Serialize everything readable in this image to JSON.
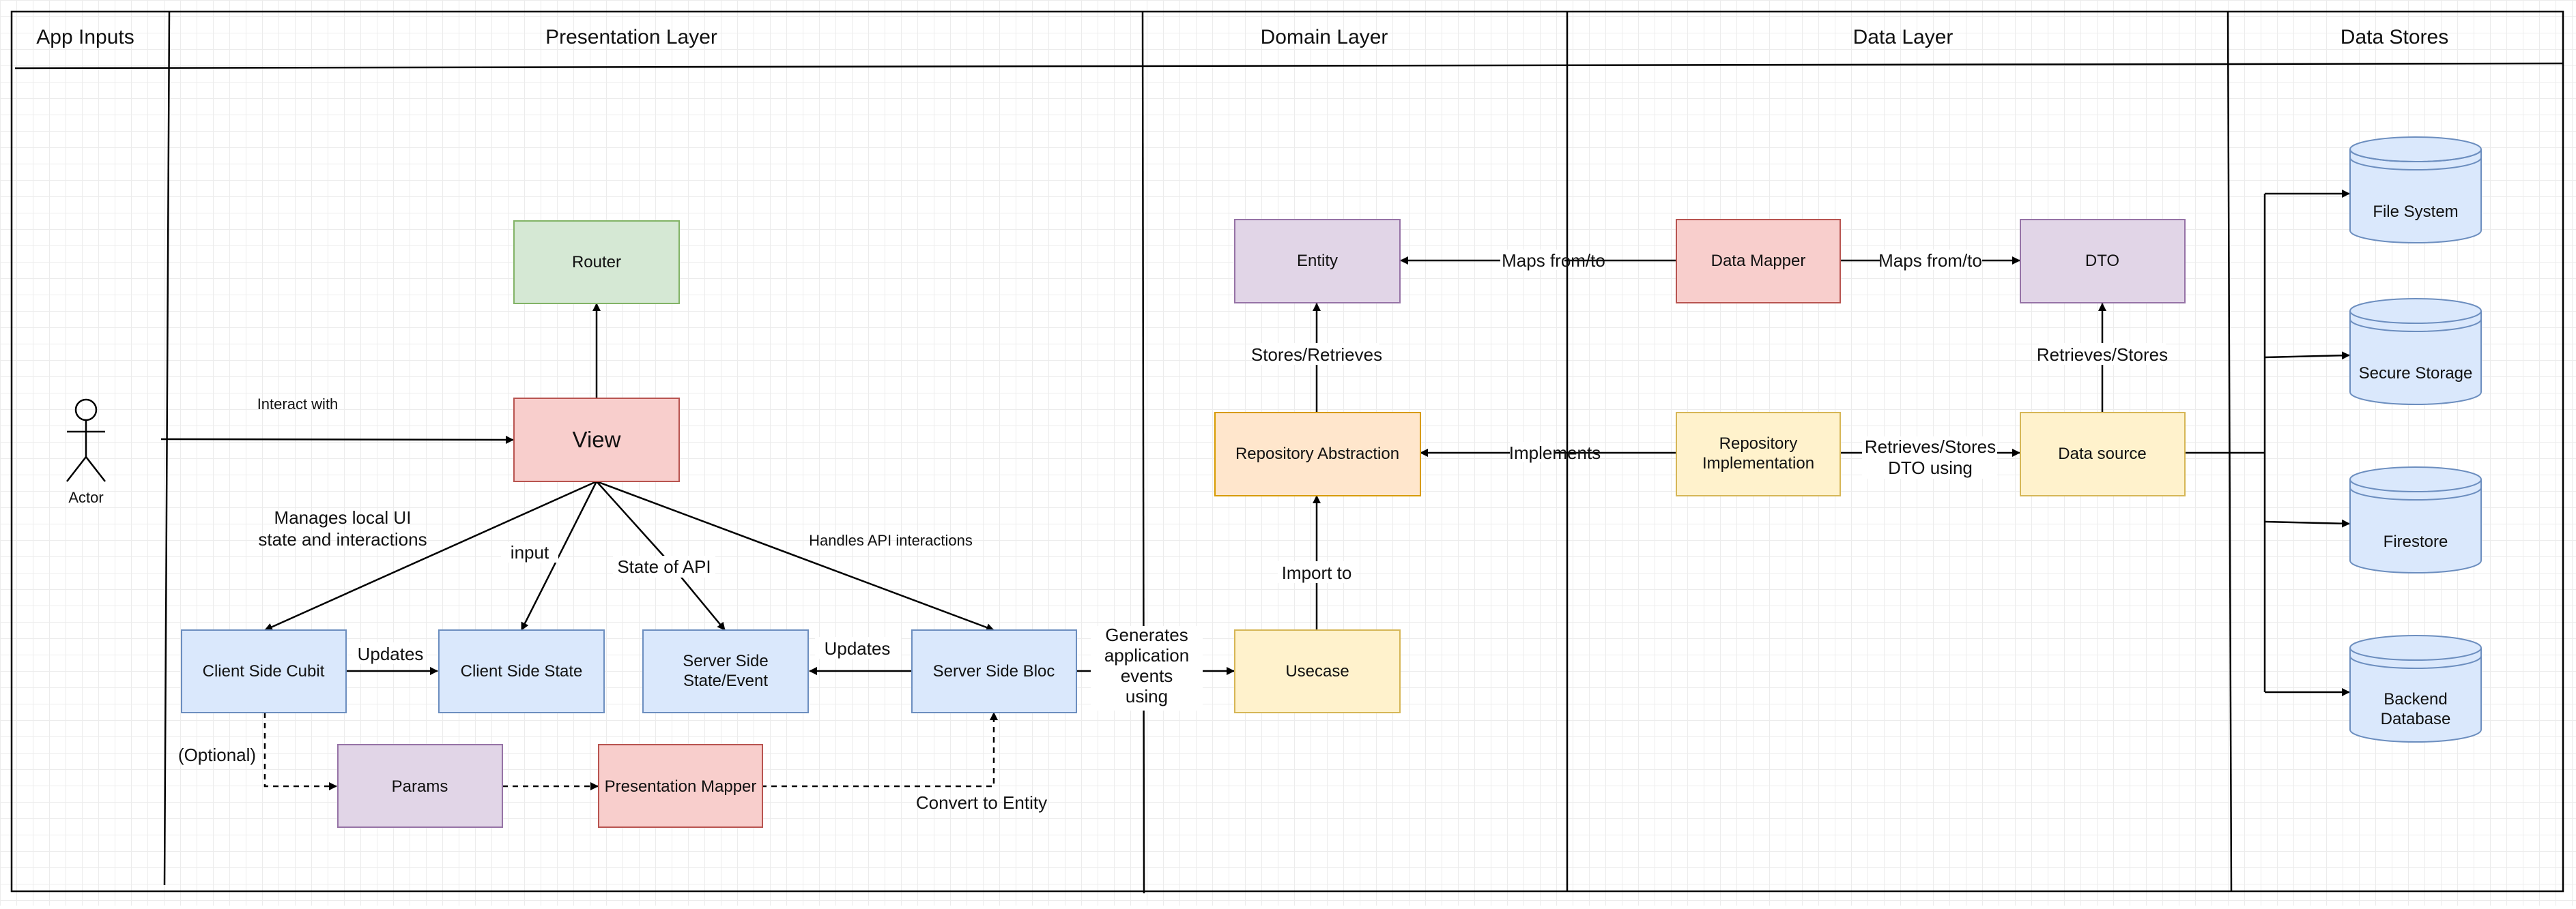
{
  "lanes": {
    "app_inputs": "App Inputs",
    "presentation": "Presentation Layer",
    "domain": "Domain Layer",
    "data": "Data Layer",
    "stores": "Data Stores"
  },
  "actor": {
    "label": "Actor",
    "interact": "Interact with"
  },
  "nodes": {
    "router": "Router",
    "view": "View",
    "client_cubit": "Client Side Cubit",
    "client_state": "Client Side State",
    "server_state_1": "Server Side",
    "server_state_2": "State/Event",
    "server_bloc": "Server Side Bloc",
    "params": "Params",
    "presentation_mapper": "Presentation Mapper",
    "entity": "Entity",
    "repo_abstraction": "Repository Abstraction",
    "usecase": "Usecase",
    "data_mapper": "Data Mapper",
    "dto": "DTO",
    "repo_impl_1": "Repository",
    "repo_impl_2": "Implementation",
    "data_source": "Data source"
  },
  "stores": {
    "file_system": "File System",
    "secure_storage": "Secure Storage",
    "firestore": "Firestore",
    "backend_1": "Backend",
    "backend_2": "Database"
  },
  "edges": {
    "manages_1": "Manages local UI",
    "manages_2": "state and interactions",
    "input": "input",
    "state_of_api": "State of API",
    "handles_api": "Handles API interactions",
    "updates_client": "Updates",
    "updates_server": "Updates",
    "optional": "(Optional)",
    "convert_entity": "Convert to Entity",
    "generates_1": "Generates",
    "generates_2": "application",
    "generates_3": "events",
    "generates_4": "using",
    "import_to": "Import to",
    "stores_retrieves": "Stores/Retrieves",
    "maps_from_to_1": "Maps from/to",
    "maps_from_to_2": "Maps from/to",
    "implements": "Implements",
    "retrieves_stores": "Retrieves/Stores",
    "retrieves_stores_dto_1": "Retrieves/Stores",
    "retrieves_stores_dto_2": "DTO using"
  },
  "colors": {
    "green_fill": "#d5e8d4",
    "green_stroke": "#82b366",
    "red_fill": "#f8cecc",
    "red_stroke": "#b85450",
    "blue_fill": "#dae8fc",
    "blue_stroke": "#6c8ebf",
    "purple_fill": "#e1d5e7",
    "purple_stroke": "#9673a6",
    "yellow_fill": "#fff2cc",
    "yellow_stroke": "#d6b656",
    "orange_fill": "#ffe6cc",
    "orange_stroke": "#d79b00"
  }
}
